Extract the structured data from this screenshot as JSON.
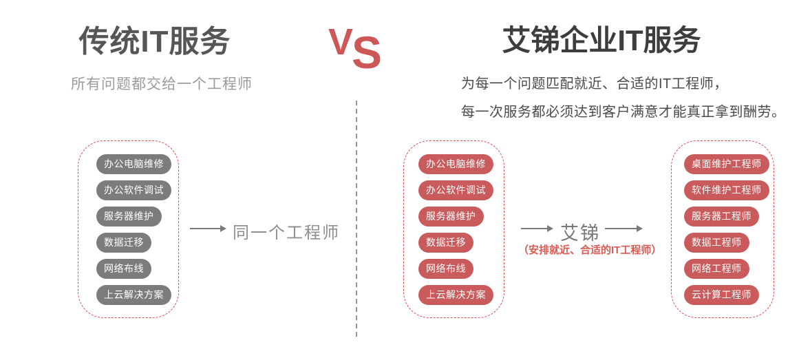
{
  "comparison": {
    "left": {
      "title": "传统IT服务",
      "subtitle": "所有问题都交给一个工程师",
      "services": [
        "办公电脑维修",
        "办公软件调试",
        "服务器维护",
        "数据迁移",
        "网络布线",
        "上云解决方案"
      ],
      "result": "同一个工程师"
    },
    "vs": {
      "v": "V",
      "s": "S"
    },
    "right": {
      "title": "艾锑企业IT服务",
      "subtitle_line1": "为每一个问题匹配就近、合适的IT工程师，",
      "subtitle_line2": "每一次服务都必须达到客户满意才能真正拿到酬劳。",
      "services": [
        "办公电脑维修",
        "办公软件调试",
        "服务器维护",
        "数据迁移",
        "网络布线",
        "上云解决方案"
      ],
      "broker": "艾锑",
      "broker_note": "（安排就近、合适的IT工程师）",
      "engineers": [
        "桌面维护工程师",
        "软件维护工程师",
        "服务器工程师",
        "数据工程师",
        "网络工程师",
        "云计算工程师"
      ]
    },
    "colors": {
      "accent_red": "#cd5757",
      "pill_gray": "#7c7c7c",
      "pill_red": "#c95b5d",
      "dashed_border_red": "#dd4f4f",
      "divider_gray": "#949494",
      "title_dark": "#3d3d3d",
      "muted_gray": "#9b9b9b"
    }
  }
}
